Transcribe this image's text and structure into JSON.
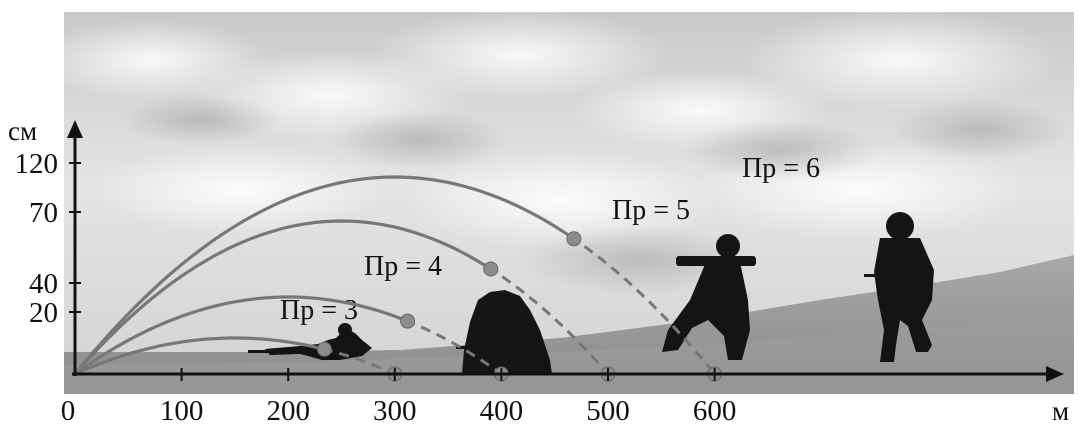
{
  "diagram": {
    "y_unit": "см",
    "x_unit": "м",
    "x_ticks": [
      "0",
      "100",
      "200",
      "300",
      "400",
      "500",
      "600"
    ],
    "x_tick_values": [
      0,
      100,
      200,
      300,
      400,
      500,
      600
    ],
    "y_ticks": [
      "20",
      "40",
      "70",
      "120"
    ],
    "y_tick_values": [
      20,
      40,
      70,
      120
    ],
    "trajectories": [
      {
        "label": "Пр = 3",
        "sight": 3,
        "range_m": 300
      },
      {
        "label": "Пр = 4",
        "sight": 4,
        "range_m": 400
      },
      {
        "label": "Пр = 5",
        "sight": 5,
        "range_m": 500
      },
      {
        "label": "Пр = 6",
        "sight": 6,
        "range_m": 600
      }
    ],
    "colors": {
      "trajectory": "#777777",
      "marker": "#8c8c8c",
      "axis": "#111111",
      "silhouette": "#111111"
    },
    "targets": [
      "prone-soldier-silhouette",
      "crouching-soldier-silhouette",
      "kneeling-grenadier-silhouette",
      "standing-soldier-silhouette"
    ]
  }
}
